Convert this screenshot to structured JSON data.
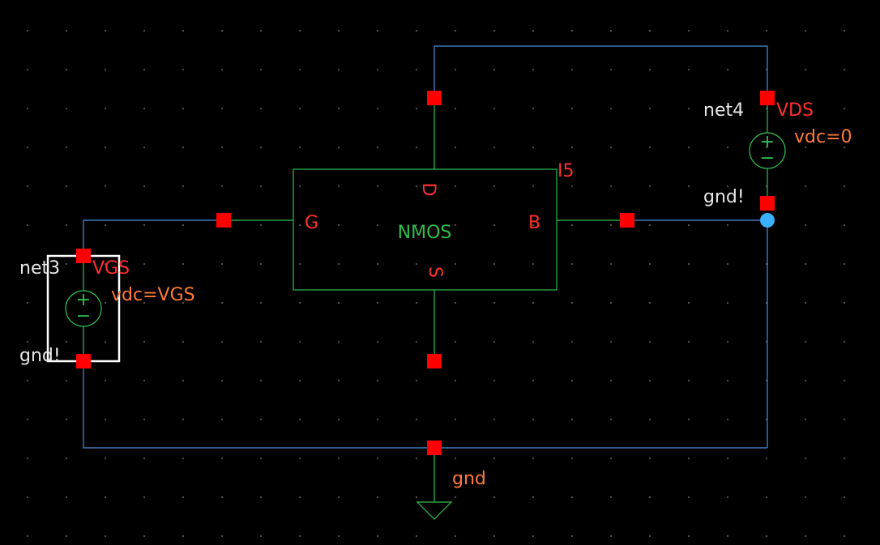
{
  "schematic": {
    "transistor": {
      "instance": "I5",
      "type_label": "NMOS",
      "pin_gate": "G",
      "pin_drain": "D",
      "pin_source": "S",
      "pin_bulk": "B"
    },
    "source_vgs": {
      "net_top": "net3",
      "name": "VGS",
      "param": "vdc=VGS",
      "net_bottom": "gnd!",
      "plus": "+",
      "minus": "−"
    },
    "source_vds": {
      "net_top": "net4",
      "name": "VDS",
      "param": "vdc=0",
      "net_bottom": "gnd!",
      "plus": "+",
      "minus": "−"
    },
    "ground": {
      "label": "gnd"
    }
  },
  "colors": {
    "background": "#000000",
    "wire": "#4a8fe0",
    "component": "#2fbf4f",
    "pin": "#ff0000",
    "pin_label": "#ff3030",
    "param_text": "#ff7a3a",
    "net_label": "#e8e8e8",
    "selection": "#ffffff",
    "junction_dot": "#3ab0ff"
  }
}
